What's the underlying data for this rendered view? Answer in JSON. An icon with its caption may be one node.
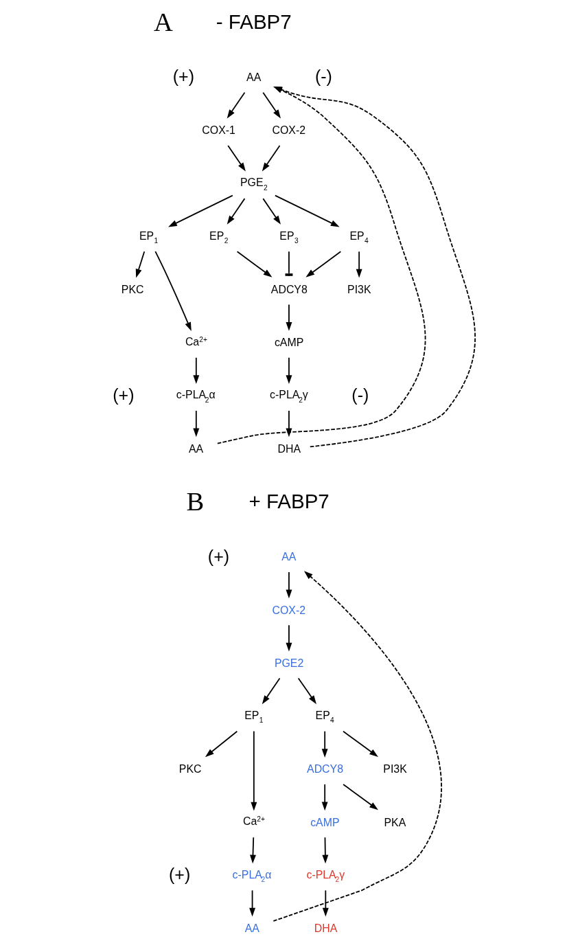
{
  "diagram": {
    "nodes": [
      {
        "text": [
          "AA"
        ]
      },
      {
        "text": [
          "COX-1"
        ]
      },
      {
        "text": [
          "COX-2"
        ]
      },
      {
        "text": [
          "PGE$_{2}$"
        ]
      },
      {
        "text": [
          "EP$_{1}$"
        ]
      },
      {
        "text": [
          "EP$_{2}$"
        ]
      },
      {
        "text": [
          "EP$_{3}$"
        ]
      },
      {
        "text": [
          "EP$_{4}$"
        ]
      },
      {
        "text": [
          "PKC"
        ]
      },
      {
        "text": [
          "ADCY8"
        ]
      },
      {
        "text": [
          "PI3K"
        ]
      },
      {
        "text": [
          "Ca$^{2+}$"
        ]
      },
      {
        "text": [
          "cAMP"
        ]
      },
      {
        "text": [
          "c-PLA$_{2}$α"
        ]
      },
      {
        "text": [
          "c-PLA$_{2}$γ"
        ]
      },
      {
        "text": [
          "AA"
        ]
      },
      {
        "text": [
          "DHA"
        ]
      },
      {
        "text": [
          "AA"
        ]
      },
      {
        "text": [
          "COX-2"
        ]
      },
      {
        "text": [
          "PGE2"
        ]
      },
      {
        "text": [
          "EP$_{1}$"
        ]
      },
      {
        "text": [
          "EP$_{4}$"
        ]
      },
      {
        "text": [
          "PKC"
        ]
      },
      {
        "text": [
          "ADCY8"
        ]
      },
      {
        "text": [
          "PI3K"
        ]
      },
      {
        "text": [
          "Ca$^{2+}$"
        ]
      },
      {
        "text": [
          "cAMP"
        ]
      },
      {
        "text": [
          "PKA"
        ]
      },
      {
        "text": [
          "c-PLA$_{2}$α"
        ]
      },
      {
        "text": [
          "c-PLA$_{2}$γ"
        ]
      },
      {
        "text": [
          "AA"
        ]
      },
      {
        "text": [
          "DHA"
        ]
      }
    ],
    "edges": [
      {
        "from": 0,
        "to": 1,
        "arrow": "to"
      },
      {
        "from": 0,
        "to": 2,
        "arrow": "to"
      },
      {
        "from": 1,
        "to": 3,
        "arrow": "to"
      },
      {
        "from": 2,
        "to": 3,
        "arrow": "to"
      },
      {
        "from": 3,
        "to": 4,
        "arrow": "to"
      },
      {
        "from": 3,
        "to": 5,
        "arrow": "to"
      },
      {
        "from": 3,
        "to": 6,
        "arrow": "to"
      },
      {
        "from": 3,
        "to": 7,
        "arrow": "to"
      },
      {
        "from": 4,
        "to": 8,
        "arrow": "to"
      },
      {
        "from": 4,
        "to": 11,
        "arrow": "to"
      },
      {
        "from": 5,
        "to": 9,
        "arrow": "to"
      },
      {
        "from": 6,
        "to": 9,
        "arrow": "other"
      },
      {
        "from": 7,
        "to": 9,
        "arrow": "to"
      },
      {
        "from": 7,
        "to": 10,
        "arrow": "to"
      },
      {
        "from": 9,
        "to": 12,
        "arrow": "to"
      },
      {
        "from": 11,
        "to": 13,
        "arrow": "to"
      },
      {
        "from": 12,
        "to": 14,
        "arrow": "to"
      },
      {
        "from": 13,
        "to": 15,
        "arrow": "to"
      },
      {
        "from": 14,
        "to": 16,
        "arrow": "to"
      },
      {
        "from": 15,
        "to": 0,
        "arrow": "to",
        "style": "dashed"
      },
      {
        "from": 16,
        "to": 0,
        "arrow": "to",
        "style": "dashed"
      },
      {
        "from": 17,
        "to": 18,
        "arrow": "to"
      },
      {
        "from": 18,
        "to": 19,
        "arrow": "to"
      },
      {
        "from": 19,
        "to": 20,
        "arrow": "to"
      },
      {
        "from": 19,
        "to": 21,
        "arrow": "to"
      },
      {
        "from": 20,
        "to": 22,
        "arrow": "to"
      },
      {
        "from": 20,
        "to": 25,
        "arrow": "to"
      },
      {
        "from": 21,
        "to": 23,
        "arrow": "to"
      },
      {
        "from": 21,
        "to": 24,
        "arrow": "to"
      },
      {
        "from": 23,
        "to": 26,
        "arrow": "to"
      },
      {
        "from": 23,
        "to": 27,
        "arrow": "to"
      },
      {
        "from": 25,
        "to": 28,
        "arrow": "to"
      },
      {
        "from": 26,
        "to": 29,
        "arrow": "to"
      },
      {
        "from": 28,
        "to": 30,
        "arrow": "to"
      },
      {
        "from": 29,
        "to": 31,
        "arrow": "to"
      },
      {
        "from": 30,
        "to": 17,
        "arrow": "to",
        "style": "dashed"
      }
    ],
    "labels": [
      "A",
      "- FABP7",
      "(+)",
      "(-)",
      "(+)",
      "(-)",
      "B",
      "+ FABP7",
      "(+)",
      "(+)"
    ]
  }
}
